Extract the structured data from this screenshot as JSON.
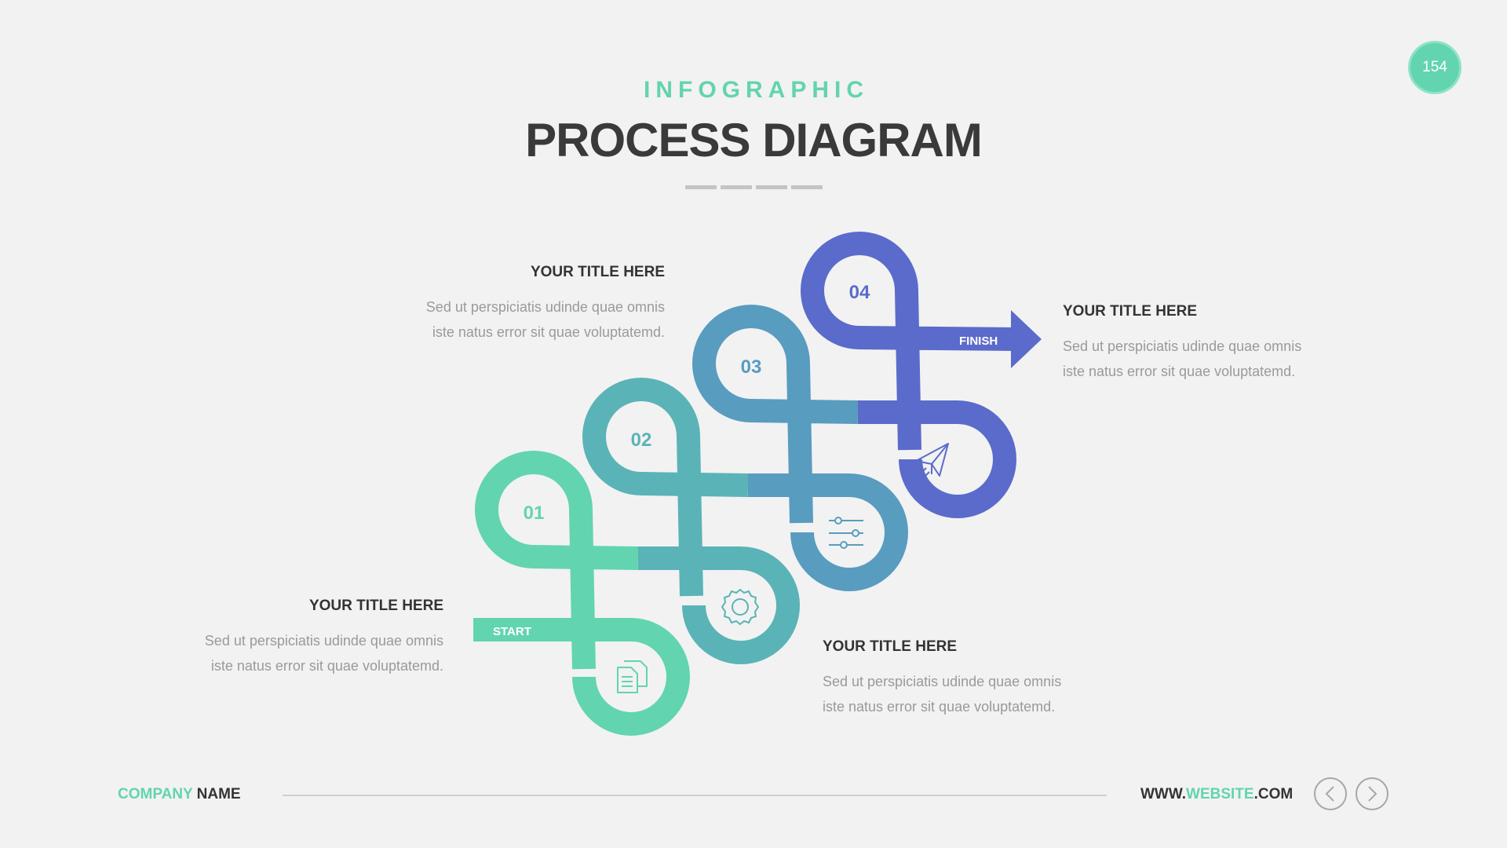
{
  "page_number": "154",
  "header": {
    "subtitle": "INFOGRAPHIC",
    "title": "PROCESS DIAGRAM"
  },
  "diagram": {
    "start_label": "START",
    "finish_label": "FINISH",
    "steps": [
      {
        "number": "01",
        "color": "#62d4b0",
        "icon": "document-icon"
      },
      {
        "number": "02",
        "color": "#5ab3b7",
        "icon": "gear-icon"
      },
      {
        "number": "03",
        "color": "#589cc0",
        "icon": "sliders-icon"
      },
      {
        "number": "04",
        "color": "#5b6bcb",
        "icon": "paper-plane-icon"
      }
    ]
  },
  "blocks": [
    {
      "title": "YOUR TITLE HERE",
      "line1": "Sed ut perspiciatis udinde quae omnis",
      "line2": "iste natus error sit quae voluptatemd."
    },
    {
      "title": "YOUR TITLE HERE",
      "line1": "Sed ut perspiciatis udinde quae omnis",
      "line2": "iste natus error sit quae voluptatemd."
    },
    {
      "title": "YOUR TITLE HERE",
      "line1": "Sed ut perspiciatis udinde quae omnis",
      "line2": "iste natus error sit quae voluptatemd."
    },
    {
      "title": "YOUR TITLE HERE",
      "line1": "Sed ut perspiciatis udinde quae omnis",
      "line2": "iste natus error sit quae voluptatemd."
    }
  ],
  "footer": {
    "company_accent": "COMPANY",
    "company_rest": " NAME",
    "web_prefix": "WWW.",
    "web_accent": "WEBSITE",
    "web_suffix": ".COM",
    "prev_icon": "chevron-left-icon",
    "next_icon": "chevron-right-icon"
  }
}
